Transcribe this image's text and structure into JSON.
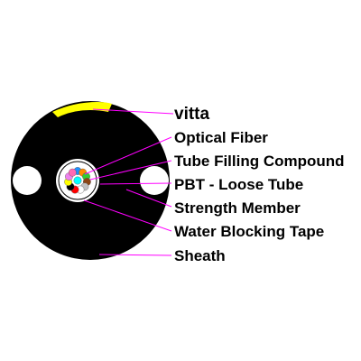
{
  "diagram": {
    "colors": {
      "sheath": "#000000",
      "stripe": "#ffff00",
      "leader_line": "#ff00ff",
      "hole": "#ffffff",
      "loose_tube": "#ffffff",
      "water_blocking_tape": "#000000",
      "label_text": "#000000"
    },
    "labels": {
      "brand": "vitta",
      "optical_fiber": "Optical Fiber",
      "tube_filling_compound": "Tube Filling Compound",
      "pbt_loose_tube": "PBT - Loose Tube",
      "strength_member": "Strength Member",
      "water_blocking_tape": "Water Blocking Tape",
      "sheath": "Sheath"
    },
    "fiber_colors": [
      "#1e90ff",
      "#ff8c00",
      "#32cd32",
      "#8b4513",
      "#c0c0c0",
      "#ffffff",
      "#ff0000",
      "#000000",
      "#ffff00",
      "#ee82ee",
      "#ff69b4",
      "#00ffff"
    ]
  }
}
